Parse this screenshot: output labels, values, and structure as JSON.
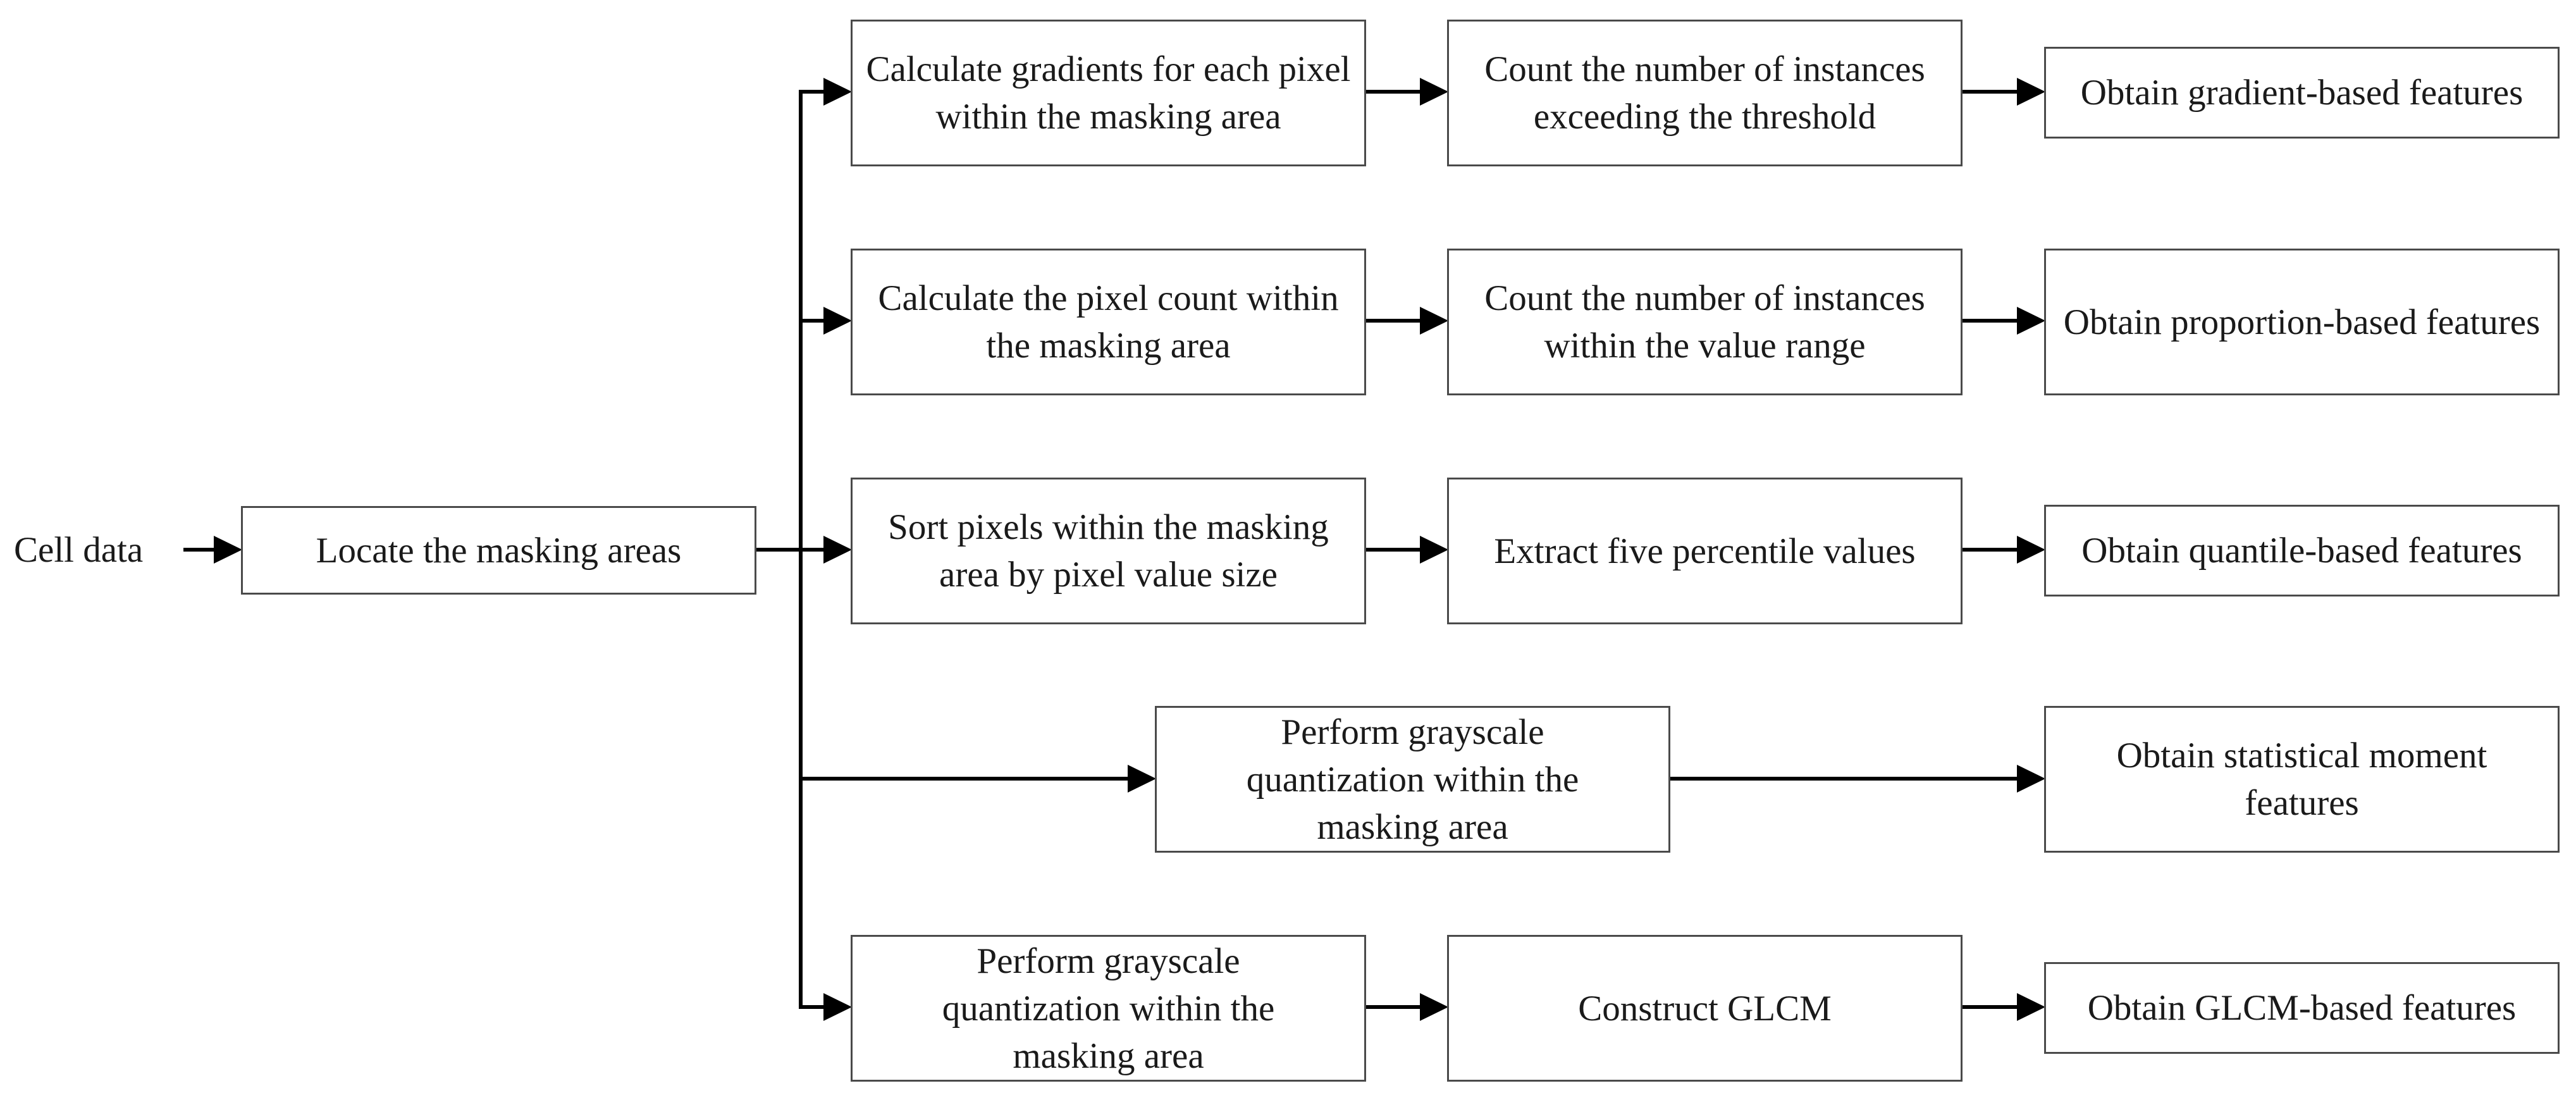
{
  "input_label": "Cell data",
  "locate_box": "Locate the masking areas",
  "branches": [
    {
      "step1": "Calculate gradients for each pixel within the masking area",
      "step2": "Count the number of instances exceeding the threshold",
      "result": "Obtain gradient-based features"
    },
    {
      "step1": "Calculate the pixel count within the masking area",
      "step2": "Count the number of instances within the value range",
      "result": "Obtain proportion-based features"
    },
    {
      "step1": "Sort pixels within the masking area by pixel value size",
      "step2": "Extract five percentile values",
      "result": "Obtain quantile-based features"
    },
    {
      "step1": "Perform grayscale quantization within the masking area",
      "result": "Obtain statistical moment features"
    },
    {
      "step1": "Perform grayscale quantization within the masking area",
      "step2": "Construct GLCM",
      "result": "Obtain GLCM-based features"
    }
  ]
}
